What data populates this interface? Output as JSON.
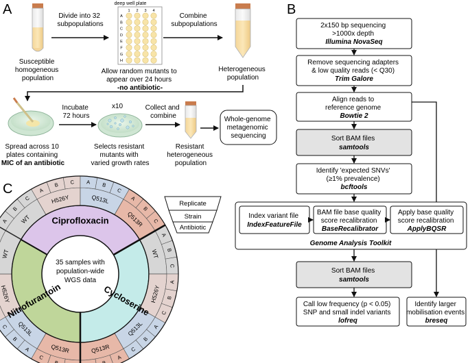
{
  "panel_labels": {
    "a": "A",
    "b": "B",
    "c": "C"
  },
  "panel_a": {
    "tube1_label": [
      "Susceptible",
      "homogeneous",
      "population"
    ],
    "arrow1_label": [
      "Divide into 32",
      "subpopulations"
    ],
    "plate_title": "deep well plate",
    "plate_cols": [
      "1",
      "2",
      "3",
      "4"
    ],
    "plate_rows": [
      "A",
      "B",
      "C",
      "D",
      "E",
      "F",
      "G",
      "H"
    ],
    "plate_caption": [
      "Allow random mutants to",
      "appear over 24 hours"
    ],
    "plate_caption_bold": "-no antibiotic-",
    "arrow2_label": [
      "Combine",
      "subpopulations"
    ],
    "tube2_label": [
      "Heterogeneous",
      "population"
    ],
    "dish1_label": [
      "Spread across 10",
      "plates containing"
    ],
    "dish1_label_bold": "MIC of an antibiotic",
    "incubate_label": [
      "Incubate",
      "72 hours"
    ],
    "multiplier": "x10",
    "dish2_label": [
      "Selects resistant",
      "mutants with",
      "varied growth rates"
    ],
    "collect_label": [
      "Collect and",
      "combine"
    ],
    "tube3_label": [
      "Resistant",
      "heterogeneous",
      "population"
    ],
    "wgs_box": [
      "Whole-genome",
      "metagenomic",
      "sequencing"
    ]
  },
  "panel_b": {
    "seq": {
      "lines": [
        "2x150 bp sequencing",
        ">1000x depth"
      ],
      "tool": "Illumina NovaSeq"
    },
    "trim": {
      "lines": [
        "Remove sequencing adapters",
        "& low quality reads (< Q30)"
      ],
      "tool": "Trim Galore"
    },
    "align": {
      "lines": [
        "Align reads to",
        "reference genome"
      ],
      "tool": "Bowtie 2"
    },
    "sort1": {
      "lines": [
        "Sort BAM files"
      ],
      "tool": "samtools"
    },
    "identify": {
      "lines": [
        "Identify 'expected SNVs'",
        "(≥1% prevalence)"
      ],
      "tool": "bcftools"
    },
    "gatk_label": "Genome Analysis Toolkit",
    "index": {
      "lines": [
        "Index variant file"
      ],
      "tool": "IndexFeatureFile"
    },
    "recal": {
      "lines": [
        "BAM file base quality",
        "score recalibration"
      ],
      "tool": "BaseRecalibrator"
    },
    "apply": {
      "lines": [
        "Apply base quality",
        "score recalibration"
      ],
      "tool": "ApplyBQSR"
    },
    "sort2": {
      "lines": [
        "Sort BAM files"
      ],
      "tool": "samtools"
    },
    "call": {
      "lines": [
        "Call low frequency (p < 0.05)",
        "SNP and small indel variants"
      ],
      "tool": "lofreq"
    },
    "breseq": {
      "lines": [
        "Identify larger",
        "mobilisation events"
      ],
      "tool": "breseq"
    }
  },
  "panel_c": {
    "center": [
      "35 samples with",
      "population-wide",
      "WGS data"
    ],
    "antibiotics": [
      "Ciprofloxacin",
      "Cycloserine",
      "Nitrofurantoin"
    ],
    "legend": [
      "Replicate",
      "Strain",
      "Antibiotic"
    ],
    "ring_cipro": [
      "WT",
      "H526Y",
      "Q513L",
      "Q513R"
    ],
    "ring_cyclo": [
      "WT",
      "H526Y",
      "Q513L",
      "Q513R"
    ],
    "ring_nitro": [
      "Q513R",
      "Q513L",
      "H526Y",
      "WT"
    ],
    "replicates": [
      "A",
      "B",
      "C"
    ],
    "missing_replicate": "-",
    "colors": {
      "cipro": "#dcc5ea",
      "cyclo": "#c4ebe9",
      "nitro": "#bfd69a",
      "WT": "#d6d6d6",
      "H526Y": "#e4d3cf",
      "Q513L": "#c8d5e6",
      "Q513R": "#e7b8a8"
    }
  }
}
